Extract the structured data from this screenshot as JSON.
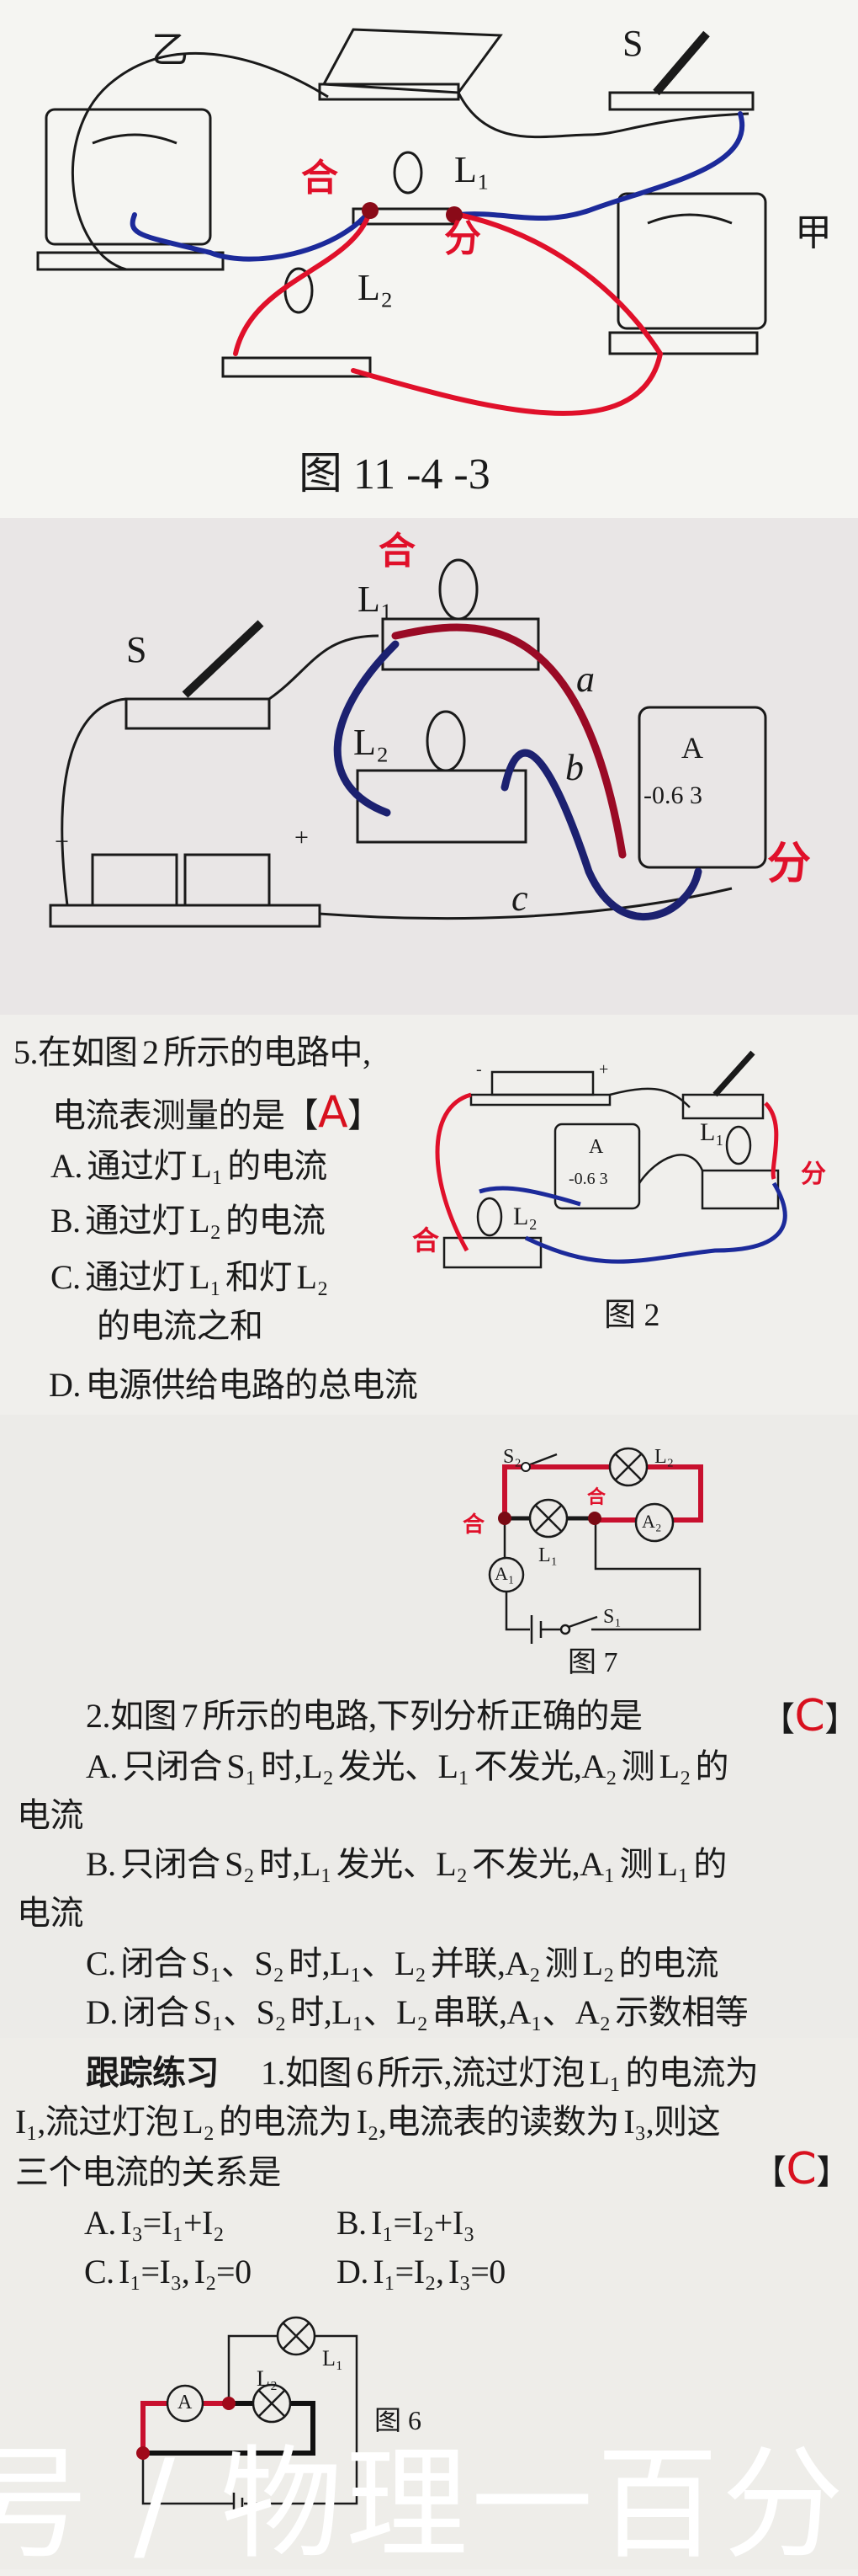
{
  "figure_11_4_3": {
    "label_yi": "乙",
    "label_s": "S",
    "label_l1": "L₁",
    "label_l2": "L₂",
    "label_jia": "甲",
    "mark_he": "合",
    "mark_fen": "分",
    "caption": "图 11 -4 -3"
  },
  "figure_b": {
    "label_s": "S",
    "label_l1": "L₁",
    "label_l2": "L₂",
    "wire_a": "a",
    "wire_b": "b",
    "wire_c": "c",
    "ammeter_symbol": "A",
    "ammeter_scale": "-0.6 3",
    "battery_minus": "−",
    "battery_plus": "+",
    "mark_he": "合",
    "mark_fen": "分"
  },
  "question5": {
    "stem_line1": "5.在如图 2 所示的电路中,",
    "stem_line2": "电流表测量的是【",
    "bracket_close": "】",
    "answer": "A",
    "options": [
      "A. 通过灯 L₁ 的电流",
      "B. 通过灯 L₂ 的电流",
      "C. 通过灯 L₁ 和灯 L₂",
      "的电流之和",
      "D. 电源供给电路的总电流"
    ],
    "figure": {
      "label_l1": "L₁",
      "label_l2": "L₂",
      "ammeter_symbol": "A",
      "ammeter_scale": "-0.6 3",
      "mark_he": "合",
      "mark_fen": "分",
      "battery_minus": "-",
      "battery_plus": "+",
      "caption": "图 2"
    }
  },
  "question2": {
    "figure": {
      "label_s1": "S₁",
      "label_s2": "S₂",
      "label_l1": "L₁",
      "label_l2": "L₂",
      "label_a1": "A₁",
      "label_a2": "A₂",
      "mark_he_1": "合",
      "mark_he_2": "合",
      "caption": "图 7"
    },
    "stem": "2.如图 7 所示的电路,下列分析正确的是",
    "bracket_open": "【",
    "bracket_close": "】",
    "answer": "C",
    "options": [
      "A. 只闭合 S₁ 时,L₂ 发光、L₁ 不发光,A₂ 测 L₂ 的",
      "电流",
      "B. 只闭合 S₂ 时,L₁ 发光、L₂ 不发光,A₁ 测 L₁ 的",
      "电流",
      "C. 闭合 S₁、S₂ 时,L₁、L₂ 并联,A₂ 测 L₂ 的电流",
      "D. 闭合 S₁、S₂ 时,L₁、L₂ 串联,A₁、A₂ 示数相等"
    ]
  },
  "practice": {
    "heading": "跟踪练习",
    "stem_line1": "1.如图 6 所示,流过灯泡 L₁ 的电流为",
    "stem_line2": "I₁,流过灯泡 L₂ 的电流为 I₂,电流表的读数为 I₃,则这",
    "stem_line3": "三个电流的关系是",
    "bracket_open": "【",
    "bracket_close": "】",
    "answer": "C",
    "options": [
      "A. I₃=I₁+I₂",
      "B. I₁=I₂+I₃",
      "C. I₁=I₃, I₂=0",
      "D. I₁=I₂, I₃=0"
    ],
    "figure": {
      "label_l1": "L₁",
      "label_l2": "L₂",
      "ammeter_symbol": "A",
      "caption": "图 6"
    }
  },
  "watermark": "号 / 物理一百分",
  "colors": {
    "annotation_red": "#e0102a",
    "annotation_blue": "#1c2a9a",
    "ink": "#1a1a1a"
  }
}
